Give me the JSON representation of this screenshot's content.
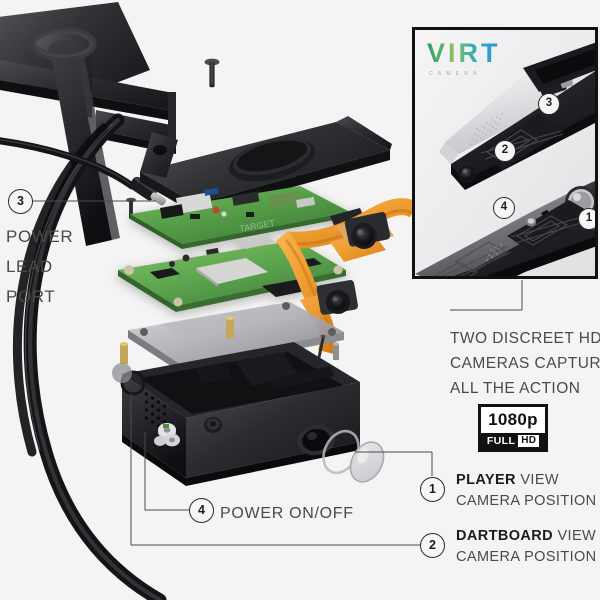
{
  "page": {
    "background_color": "#f4f4f4",
    "text_color": "#4a4a4a",
    "title": "VIRT Camera exploded view product diagram"
  },
  "brand": {
    "logo_word": "VIRT",
    "logo_sub": "CAMERA",
    "gradient_start": "#2f9e63",
    "gradient_end": "#2f8fd8"
  },
  "left_caption": {
    "line1": "POWER",
    "line2": "LEAD",
    "line3": "PORT",
    "callout_number": "3"
  },
  "main_diagram": {
    "power_onoff_label": "POWER ON/OFF",
    "power_onoff_callout": "4",
    "player_callout": "1",
    "dartboard_callout": "2"
  },
  "inset_panel": {
    "callouts": [
      "1",
      "2",
      "3",
      "4"
    ],
    "border_color": "#111111"
  },
  "hd_caption": {
    "line1": "TWO DISCREET HD",
    "line2": "CAMERAS CAPTURE",
    "line3": "ALL THE ACTION"
  },
  "badge": {
    "resolution": "1080p",
    "full": "FULL",
    "hd": "HD"
  },
  "view_captions": [
    {
      "number": "1",
      "bold": "PLAYER",
      "rest": " VIEW",
      "sub": "CAMERA POSITION"
    },
    {
      "number": "2",
      "bold": "DARTBOARD",
      "rest": " VIEW",
      "sub": "CAMERA POSITION"
    }
  ]
}
